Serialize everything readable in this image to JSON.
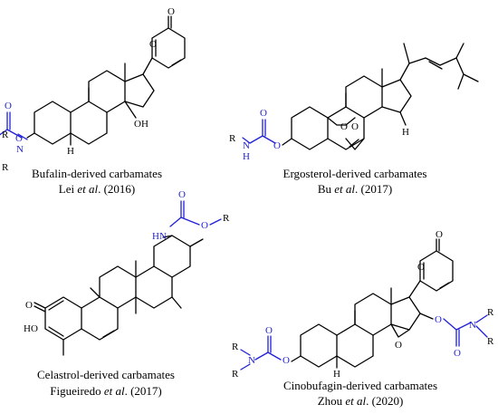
{
  "colors": {
    "bond": "#000000",
    "carbamate": "#1f1fd6",
    "background": "#ffffff"
  },
  "panels": [
    {
      "caption_line1": "Bufalin-derived carbamates",
      "caption_line2_prefix": "Lei ",
      "caption_line2_italic": "et al",
      "caption_line2_suffix": ". (2016)",
      "atoms": {
        "R1": "R",
        "R2": "R",
        "N": "N",
        "O_link": "O",
        "O_carbonyl": "O",
        "O_lactone": "O",
        "O_ring": "O",
        "OH": "OH",
        "H": "H"
      }
    },
    {
      "caption_line1": "Ergosterol-derived carbamates",
      "caption_line2_prefix": "Bu ",
      "caption_line2_italic": "et al",
      "caption_line2_suffix": ". (2017)",
      "atoms": {
        "R": "R",
        "NH": "H",
        "N": "N",
        "O_link": "O",
        "O_carbonyl": "O",
        "O_per1": "O",
        "O_per2": "O",
        "H": "H"
      }
    },
    {
      "caption_line1": "Celastrol-derived carbamates",
      "caption_line2_prefix": "Figueiredo ",
      "caption_line2_italic": "et al",
      "caption_line2_suffix": ". (2017)",
      "atoms": {
        "HN": "HN",
        "O_carbonyl": "O",
        "O_link": "O",
        "R": "R",
        "O_ketone": "O",
        "HO": "HO"
      }
    },
    {
      "caption_line1": "Cinobufagin-derived carbamates",
      "caption_line2_prefix": "Zhou ",
      "caption_line2_italic": "et al",
      "caption_line2_suffix": ". (2020)",
      "atoms": {
        "R1": "R",
        "R2": "R",
        "N": "N",
        "O_link": "O",
        "O_carbonyl": "O",
        "O_lactone": "O",
        "O_ring": "O",
        "O_epoxide": "O",
        "H": "H",
        "O_link2": "O",
        "O_carbonyl2": "O",
        "N2": "N",
        "R3": "R",
        "R4": "R"
      }
    }
  ]
}
